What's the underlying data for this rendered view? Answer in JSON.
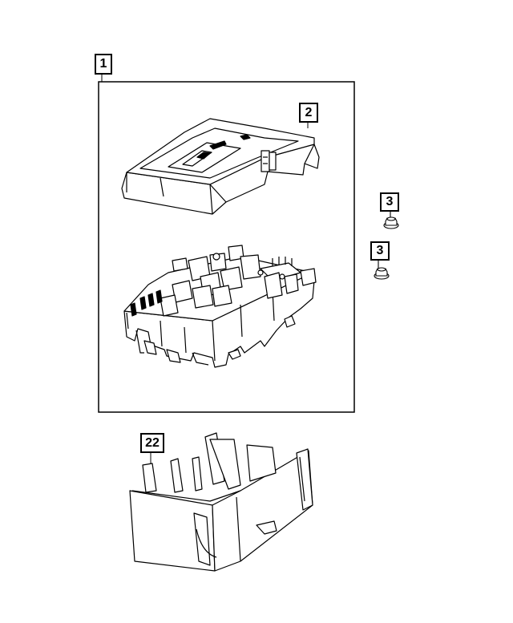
{
  "callouts": {
    "assembly": "1",
    "cover": "2",
    "nut_upper": "3",
    "nut_lower": "3",
    "bracket": "22"
  },
  "colors": {
    "line": "#000000",
    "background": "#ffffff",
    "fill": "#ffffff"
  },
  "icons": [
    "fuse-box-cover",
    "fuse-box-body",
    "flange-nut",
    "mounting-bracket"
  ]
}
